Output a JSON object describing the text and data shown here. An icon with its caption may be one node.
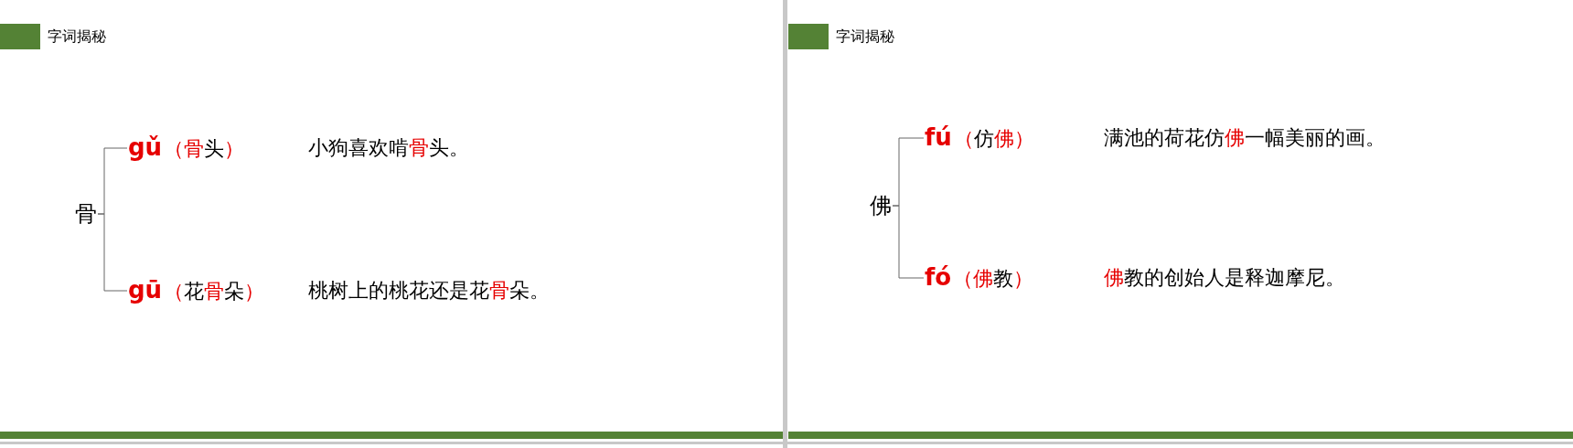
{
  "diagram": {
    "nodes": [
      {
        "text": [
          "骨"
        ]
      },
      {
        "text": [
          "gǔ",
          "**（骨**头**）**"
        ]
      },
      {
        "text": [
          "gū",
          "**（**花**骨**朵**）**"
        ]
      },
      {
        "text": [
          "佛"
        ]
      },
      {
        "text": [
          "fú",
          "**（**仿**佛）**"
        ]
      },
      {
        "text": [
          "fó",
          "**（佛**教**）**"
        ]
      }
    ],
    "edges": [
      {
        "from": 0,
        "to": 1,
        "arrow": "none"
      },
      {
        "from": 0,
        "to": 2,
        "arrow": "none"
      },
      {
        "from": 3,
        "to": 4,
        "arrow": "none"
      },
      {
        "from": 3,
        "to": 5,
        "arrow": "none"
      }
    ],
    "labels": [
      "字词揭秘",
      "小狗喜欢啃**骨**头。",
      "桃树上的桃花还是花**骨**朵。",
      "字词揭秘",
      "满池的荷花仿**佛**一幅美丽的画。",
      "**佛**教的创始人是释迦摩尼。"
    ]
  }
}
